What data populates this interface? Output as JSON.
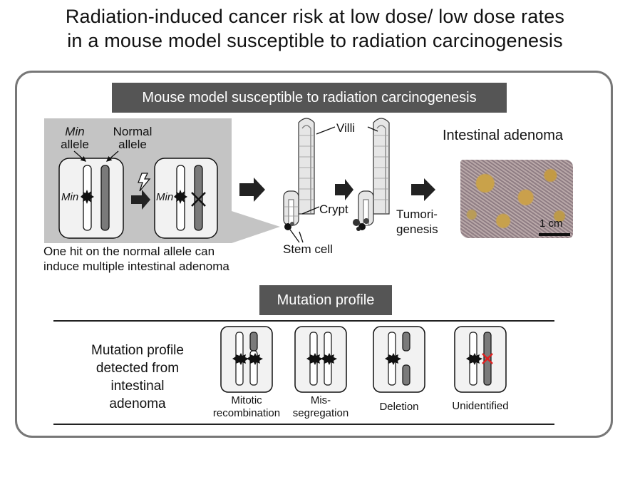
{
  "title": {
    "line1": "Radiation-induced cancer risk at low dose/ low dose rates",
    "line2": "in a mouse model susceptible to radiation carcinogenesis"
  },
  "banner_model": "Mouse model susceptible to radiation carcinogenesis",
  "banner_profile": "Mutation profile",
  "model": {
    "min_label": "Min",
    "min_allele_label": "allele",
    "normal_label": "Normal",
    "normal_allele_label": "allele",
    "min_marker": "Min",
    "caption_line1": "One hit on the normal allele can",
    "caption_line2": "induce multiple intestinal adenoma"
  },
  "intestine": {
    "villi_label": "Villi",
    "crypt_label": "Crypt",
    "stem_cell_label": "Stem cell",
    "tumori_line1": "Tumori-",
    "tumori_line2": "genesis"
  },
  "adenoma": {
    "title": "Intestinal adenoma",
    "scale_label": "1 cm"
  },
  "profile": {
    "left_label_lines": [
      "Mutation profile",
      "detected from",
      "intestinal",
      "adenoma"
    ],
    "types": [
      {
        "line1": "Mitotic",
        "line2": "recombination"
      },
      {
        "line1": "Mis-",
        "line2": "segregation"
      },
      {
        "line1": "Deletion",
        "line2": ""
      },
      {
        "line1": "Unidentified",
        "line2": ""
      }
    ]
  },
  "colors": {
    "banner": "#555555",
    "panel": "#c4c4c4",
    "chromosome_dark": "#7a7a7a",
    "unidentified_x": "#e02020"
  }
}
